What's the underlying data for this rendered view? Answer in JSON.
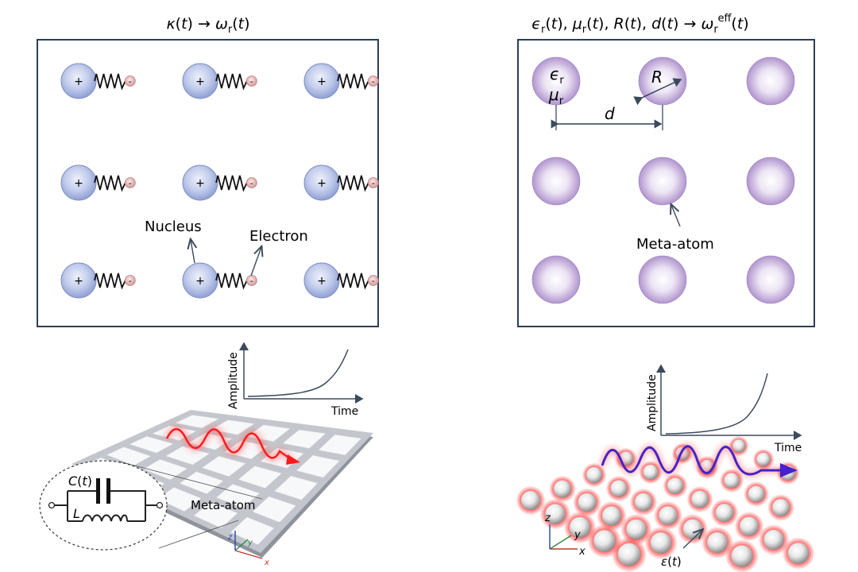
{
  "panel_a": {
    "title": "κ(t) → ω_r(t)",
    "nucleus_label": "Nucleus",
    "electron_label": "Electron",
    "plus_sign": "+",
    "minus_sign": "-"
  },
  "panel_b": {
    "title": "ϵ_r(t), μ_r(t), R(t), d(t) → ω_r^eff(t)",
    "eps_label": "ϵr",
    "mu_label": "μr",
    "radius_label": "R",
    "spacing_label": "d",
    "meta_atom_label": "Meta-atom"
  },
  "panel_c": {
    "ylabel": "Amplitude",
    "xlabel": "Time",
    "meta_atom_label": "Meta-atom",
    "capacitor_label": "C(t)",
    "inductor_label": "L",
    "axis_x": "x",
    "axis_y": "y",
    "axis_z": "z"
  },
  "panel_d": {
    "ylabel": "Amplitude",
    "xlabel": "Time",
    "permittivity_label": "ε(t)",
    "axis_x": "x",
    "axis_y": "y",
    "axis_z": "z"
  },
  "colors": {
    "nucleus": "#a9b6df",
    "electron": "#e0aeb0",
    "meta_atom": "#b79fd0",
    "frame": "#2c3e55",
    "wave_red": "#ff1a1a",
    "wave_blue": "#4422cc"
  }
}
